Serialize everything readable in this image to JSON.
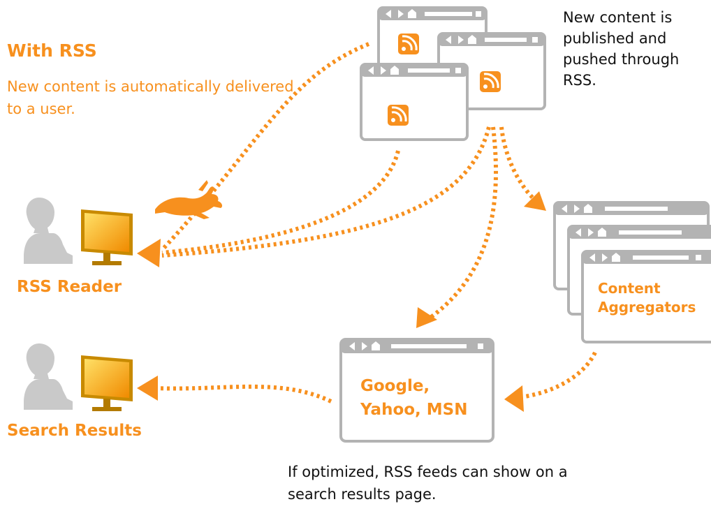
{
  "title": "With RSS",
  "subtitle": "New content is automatically delivered to a user.",
  "publish_note": "New content is published and pushed through RSS.",
  "rss_reader_label": "RSS Reader",
  "search_results_label": "Search Results",
  "aggregators_label": [
    "Content",
    "Aggregators"
  ],
  "search_engines_label": [
    "Google,",
    "Yahoo, MSN"
  ],
  "search_note": "If optimized, RSS feeds can show on a search results page.",
  "colors": {
    "accent": "#f7901e",
    "window_border": "#b3b3b3",
    "person": "#c9c9c9",
    "monitor_frame": "#c88a00",
    "monitor_screen_light": "#ffe066",
    "monitor_screen_dark": "#f08a00"
  },
  "icons": [
    "rss-icon",
    "rabbit-icon",
    "person-icon",
    "monitor-icon",
    "browser-window-icon"
  ]
}
